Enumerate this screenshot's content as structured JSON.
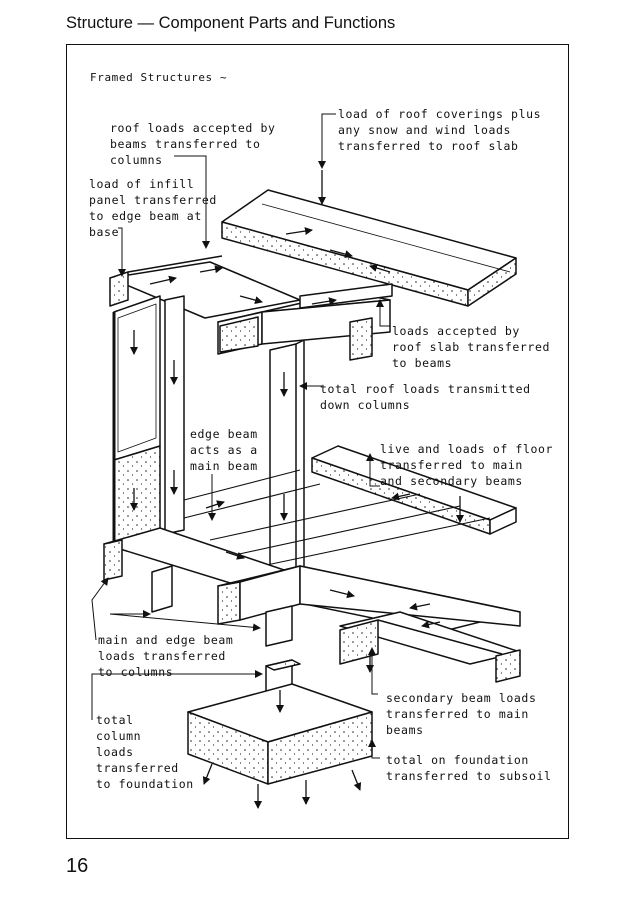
{
  "header": {
    "title": "Structure — Component Parts and Functions"
  },
  "page_number": "16",
  "figure": {
    "heading": "Framed Structures ~",
    "labels": {
      "roof_beams": "roof loads accepted by\nbeams transferred to\ncolumns",
      "infill": "load of infill\npanel transferred\nto edge beam at\nbase",
      "roof_coverings": "load of roof coverings plus\nany snow and wind loads\ntransferred to roof slab",
      "roof_slab": "loads accepted by\nroof slab transferred\nto beams",
      "total_roof": "total roof loads transmitted\ndown columns",
      "edge_beam": "edge beam\nacts as a\nmain beam",
      "floor": "live and loads of floor\ntransferred to main\nand secondary beams",
      "main_edge": "main and edge beam\nloads transferred\nto columns",
      "secondary": "secondary beam loads\ntransferred to main\nbeams",
      "total_column": "total\ncolumn\nloads\ntransferred\nto foundation",
      "foundation": "total on foundation\ntransferred to subsoil"
    }
  }
}
